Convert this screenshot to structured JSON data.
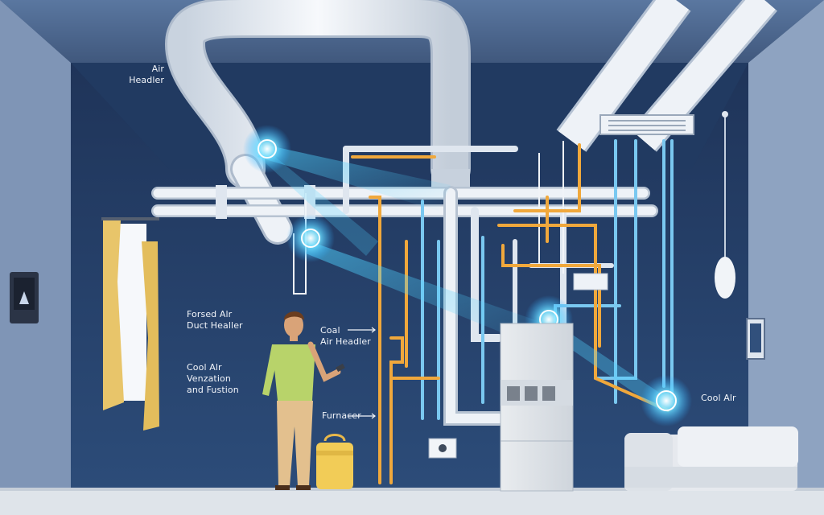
{
  "labels": {
    "air_header": [
      "Air",
      "Headler"
    ],
    "forced_air": [
      "Forsed Alr",
      "Duct Healler"
    ],
    "cool_air_ventilation": [
      "Cool Alr",
      "Venzation",
      "and Fustion"
    ],
    "cool_air_header": [
      "Coal",
      "Air Headler"
    ],
    "furnace": "Furnacer",
    "cool_air": "Cool Alr"
  },
  "colors": {
    "back_wall": "#27416a",
    "left_wall": "#7e93b4",
    "right_wall": "#9fb2cc",
    "ceiling": "#4d6890",
    "floor": "#dfe4ea",
    "duct": "#e9eef4",
    "blue_pipe": "#7ac8f0",
    "orange_pipe": "#f0a83c",
    "glow": "#3fc8ff",
    "shirt": "#b8d36a",
    "skin": "#d9a378",
    "pants": "#e3c08e",
    "curtain": "#e8c56a",
    "bucket": "#f2cc57",
    "sofa": "#e6e9ee"
  },
  "icons": [
    "glow-vent-icon",
    "thermostat-icon",
    "pendant-lamp-icon",
    "wall-panel-icon"
  ]
}
